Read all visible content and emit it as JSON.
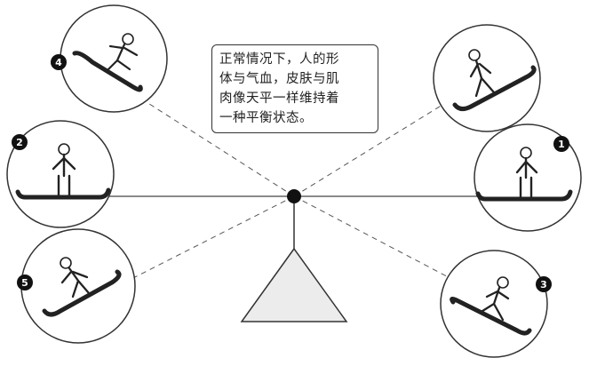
{
  "caption": {
    "lines": [
      "正常情况下，人的形",
      "体与气血，皮肤与肌",
      "肉像天平一样维持着",
      "一种平衡状态。"
    ]
  },
  "figures": [
    {
      "id": "1",
      "label": "1"
    },
    {
      "id": "2",
      "label": "2"
    },
    {
      "id": "3",
      "label": "3"
    },
    {
      "id": "4",
      "label": "4"
    },
    {
      "id": "5",
      "label": "5"
    }
  ],
  "colors": {
    "ink": "#1a1a1a",
    "line": "#444444",
    "triangle_fill": "#ececec"
  }
}
